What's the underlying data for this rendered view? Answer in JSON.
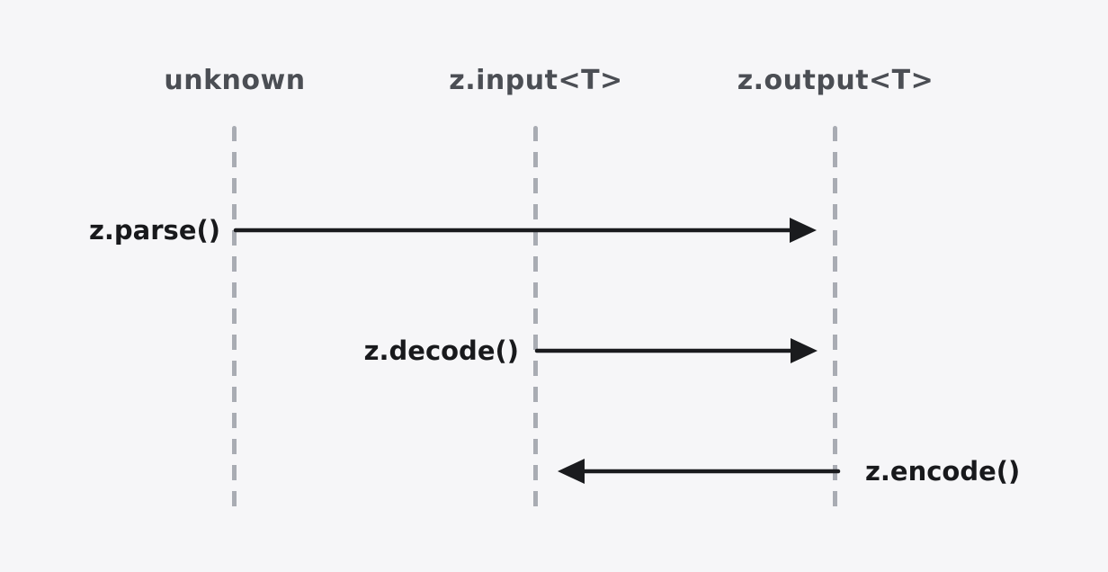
{
  "diagram": {
    "type": "sequence",
    "background_color": "#f6f6f8",
    "lifeline_color": "#a9acb3",
    "arrow_color": "#1a1b1e",
    "lifeline_label_color": "#4b4e54",
    "message_label_color": "#18191c",
    "lifelines": [
      {
        "label": "unknown"
      },
      {
        "label": "z.input<T>"
      },
      {
        "label": "z.output<T>"
      }
    ],
    "messages": [
      {
        "label": "z.parse()",
        "from": "unknown",
        "to": "z.output<T>",
        "direction": "right",
        "label_side": "left-of-source"
      },
      {
        "label": "z.decode()",
        "from": "z.input<T>",
        "to": "z.output<T>",
        "direction": "right",
        "label_side": "left-of-source"
      },
      {
        "label": "z.encode()",
        "from": "z.output<T>",
        "to": "z.input<T>",
        "direction": "left",
        "label_side": "right-of-source"
      }
    ]
  }
}
